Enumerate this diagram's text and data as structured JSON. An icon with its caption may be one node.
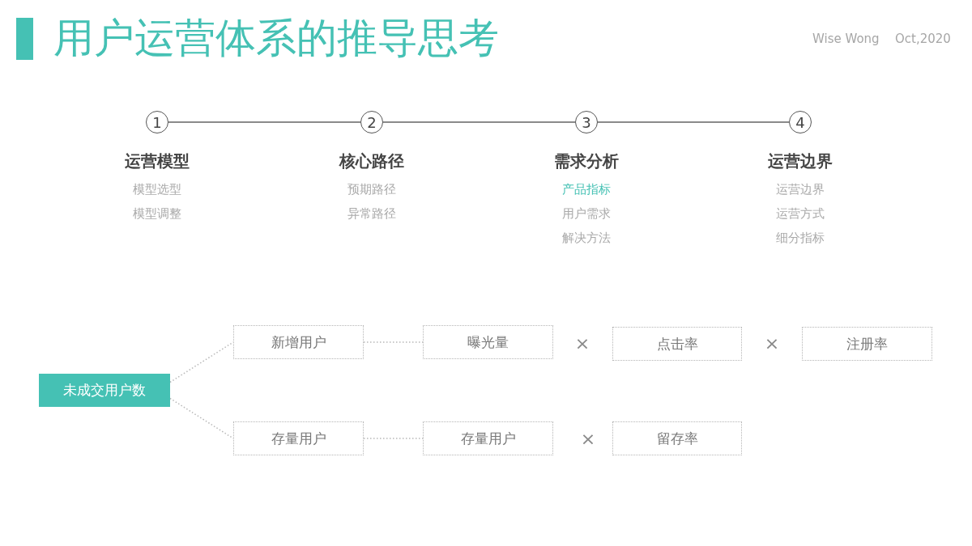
{
  "diagram": {
    "title": "用户运营体系的推导思考",
    "nodes": [
      {
        "text": [
          "1"
        ],
        "beside": [
          "运营模型",
          "模型选型",
          "模型调整"
        ]
      },
      {
        "text": [
          "2"
        ],
        "beside": [
          "核心路径",
          "预期路径",
          "异常路径"
        ]
      },
      {
        "text": [
          "3"
        ],
        "beside": [
          "需求分析",
          "产品指标",
          "用户需求",
          "解决方法"
        ]
      },
      {
        "text": [
          "4"
        ],
        "beside": [
          "运营边界",
          "运营边界",
          "运营方式",
          "细分指标"
        ]
      },
      {
        "text": [
          "未成交用户数"
        ]
      },
      {
        "text": [
          "新增用户"
        ]
      },
      {
        "text": [
          "曝光量"
        ]
      },
      {
        "text": [
          "点击率"
        ]
      },
      {
        "text": [
          "注册率"
        ]
      },
      {
        "text": [
          "存量用户"
        ]
      },
      {
        "text": [
          "存量用户"
        ]
      },
      {
        "text": [
          "留存率"
        ]
      }
    ],
    "edges": [
      {
        "from": 0,
        "to": 1,
        "arrow": "none"
      },
      {
        "from": 1,
        "to": 2,
        "arrow": "none"
      },
      {
        "from": 2,
        "to": 3,
        "arrow": "none"
      },
      {
        "from": 4,
        "to": 5,
        "arrow": "none",
        "style": "dashed"
      },
      {
        "from": 4,
        "to": 9,
        "arrow": "none",
        "style": "dashed"
      },
      {
        "from": 5,
        "to": 6,
        "arrow": "none",
        "style": "dashed"
      },
      {
        "from": 9,
        "to": 10,
        "arrow": "none",
        "style": "dashed"
      }
    ],
    "labels": [
      "Wise Wong",
      "Oct,2020",
      "×",
      "×",
      "×"
    ]
  }
}
